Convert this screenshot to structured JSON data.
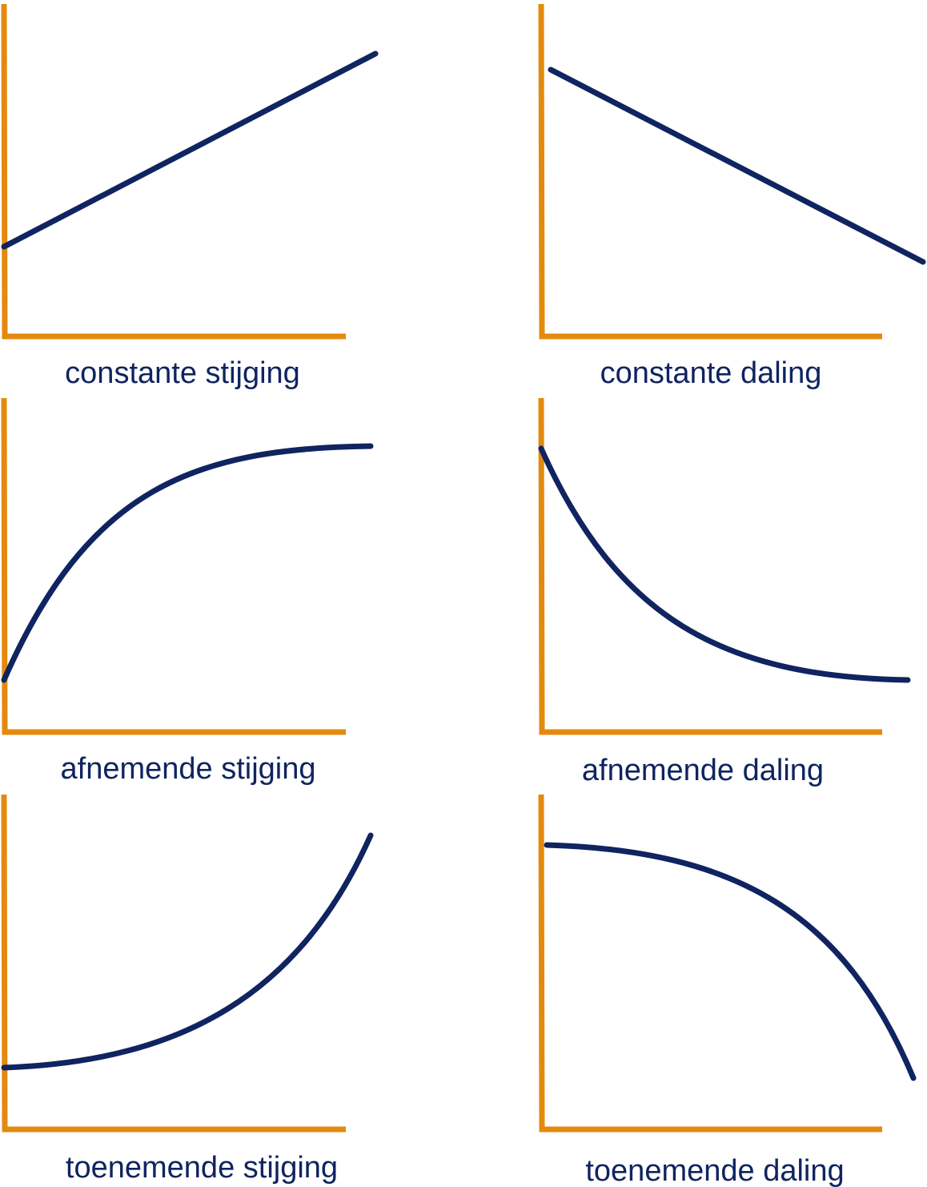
{
  "colors": {
    "axis": "#e38a0e",
    "curve": "#0f2460",
    "label": "#0f2460",
    "background": "#ffffff"
  },
  "panels": [
    {
      "label": "constante stijging",
      "shape": "linear-increasing"
    },
    {
      "label": "constante daling",
      "shape": "linear-decreasing"
    },
    {
      "label": "afnemende stijging",
      "shape": "concave-increasing"
    },
    {
      "label": "afnemende daling",
      "shape": "convex-decreasing"
    },
    {
      "label": "toenemende stijging",
      "shape": "convex-increasing"
    },
    {
      "label": "toenemende daling",
      "shape": "concave-decreasing"
    }
  ]
}
